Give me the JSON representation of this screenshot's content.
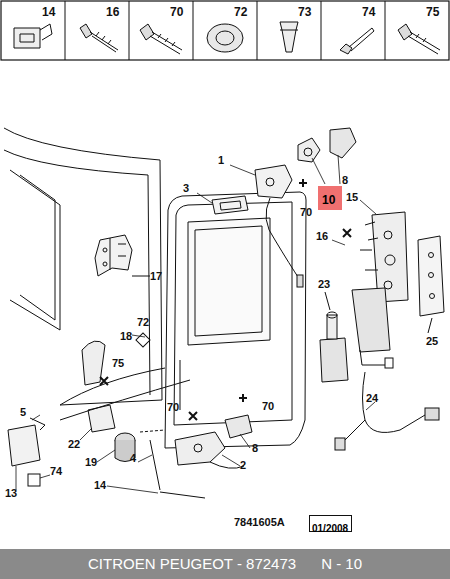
{
  "diagram": {
    "caption": "CITROEN PEUGEOT - 872473      N - 10",
    "nodes": [
      {
        "text": [
          "10"
        ]
      },
      {
        "text": [
          "01/2008"
        ]
      }
    ],
    "labels": [
      "14",
      "16",
      "70",
      "72",
      "73",
      "74",
      "75",
      "1",
      "8",
      "3",
      "70",
      "15",
      "16",
      "17",
      "23",
      "25",
      "18",
      "72",
      "75",
      "24",
      "5",
      "22",
      "70",
      "70",
      "8",
      "19",
      "4",
      "2",
      "14",
      "13",
      "74",
      "7841605A"
    ]
  }
}
